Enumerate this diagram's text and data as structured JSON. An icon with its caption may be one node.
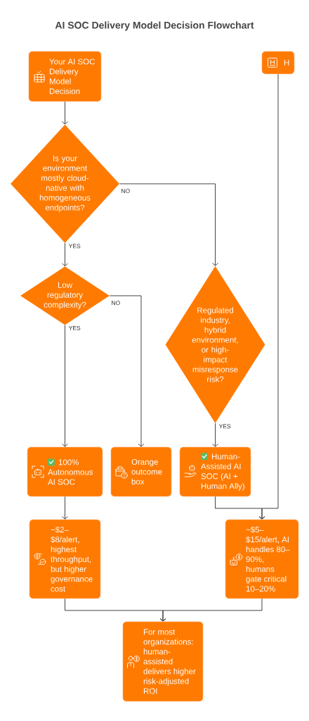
{
  "diagram": {
    "title": "AI SOC Delivery Model Decision Flowchart",
    "nodes": [
      {
        "text": [
          "Your AI SOC Delivery Model Decision"
        ]
      },
      {
        "text": [
          "H"
        ]
      },
      {
        "text": [
          "Is your environment mostly cloud-native with homogeneous endpoints?"
        ]
      },
      {
        "text": [
          "Low regulatory complexity?"
        ]
      },
      {
        "text": [
          "Regulated industry, hybrid environment, or high-impact misresponse risk?"
        ]
      },
      {
        "text": [
          "100% Autonomous AI SOC"
        ]
      },
      {
        "text": [
          "Orange outcome box"
        ]
      },
      {
        "text": [
          "Human-Assisted AI SOC (AI + Human Ally)"
        ]
      },
      {
        "text": [
          "~$2–$8/alert, highest throughput, but higher governance cost"
        ]
      },
      {
        "text": [
          "~$5–$15/alert, AI handles 80–90%, humans gate critical 10–20%"
        ]
      },
      {
        "text": [
          "For most organizations: human-assisted delivers higher risk-adjusted ROI"
        ]
      }
    ],
    "edges": [
      {
        "from": 0,
        "to": 2,
        "arrow": "to"
      },
      {
        "from": 2,
        "to": 3,
        "arrow": "to",
        "label": "YES"
      },
      {
        "from": 2,
        "to": 4,
        "arrow": "to",
        "label": "NO"
      },
      {
        "from": 3,
        "to": 5,
        "arrow": "to",
        "label": "YES"
      },
      {
        "from": 3,
        "to": 6,
        "arrow": "to",
        "label": "NO"
      },
      {
        "from": 4,
        "to": 7,
        "arrow": "to",
        "label": "YES"
      },
      {
        "from": 5,
        "to": 8,
        "arrow": "to"
      },
      {
        "from": 7,
        "to": 9,
        "arrow": "to"
      },
      {
        "from": 1,
        "to": 9,
        "arrow": "to"
      },
      {
        "from": 8,
        "to": 10,
        "arrow": "to"
      },
      {
        "from": 9,
        "to": 10,
        "arrow": "to"
      }
    ]
  }
}
